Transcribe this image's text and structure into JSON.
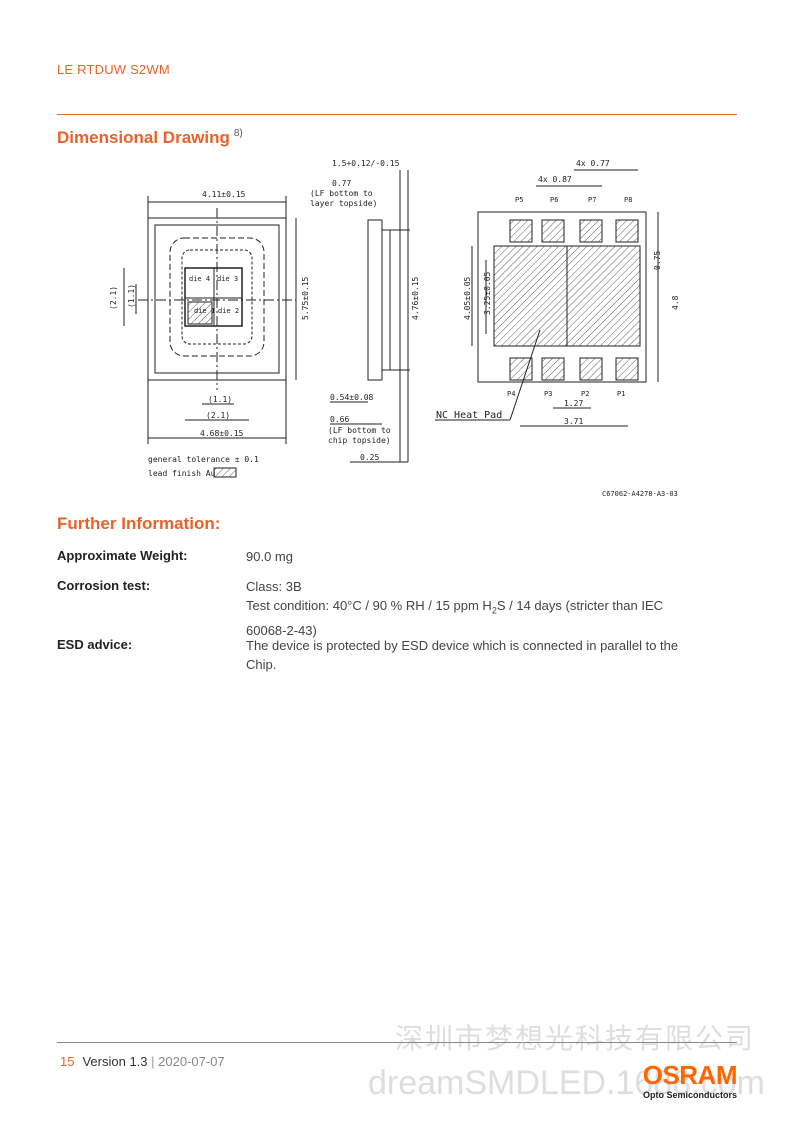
{
  "header": {
    "title": "LE RTDUW S2WM"
  },
  "dimensional_drawing": {
    "heading": "Dimensional Drawing",
    "footnote": "8)",
    "labels": {
      "top_width": "4.11±0.15",
      "side_top": "1.5+0.12/-0.15",
      "lf_077": "0.77",
      "lf_bottom_layer_1": "(LF bottom to",
      "lf_bottom_layer_2": "layer topside)",
      "dim_21_left": "(2.1)",
      "dim_11_left": "(1.1)",
      "dim_575": "5.75±0.15",
      "dim_476": "4.76±0.15",
      "dim_054": "0.54±0.08",
      "dim_066": "0.66",
      "lf_chip_1": "(LF bottom to",
      "lf_chip_2": "chip topside)",
      "dim_025": "0.25",
      "dim_11_bottom": "(1.1)",
      "dim_21_bottom": "(2.1)",
      "dim_468": "4.68±0.15",
      "die4": "die 4",
      "die3": "die 3",
      "die1": "die 1",
      "die2": "die 2",
      "tolerance": "general tolerance ± 0.1",
      "lead_finish": "lead finish Au",
      "dim_4x077": "4x 0.77",
      "dim_4x087": "4x 0.87",
      "p5": "P5",
      "p6": "P6",
      "p7": "P7",
      "p8": "P8",
      "p4": "P4",
      "p3": "P3",
      "p2": "P2",
      "p1": "P1",
      "dim_075": "0.75",
      "dim_48": "4.8",
      "dim_405": "4.05±0.05",
      "dim_325": "3.25±0.05",
      "dim_127": "1.27",
      "dim_371": "3.71",
      "nc_heat_pad": "NC Heat Pad",
      "drawing_code": "C67062-A4278-A3-03"
    }
  },
  "further_information": {
    "heading": "Further Information:",
    "rows": [
      {
        "label": "Approximate Weight:",
        "value": "90.0 mg"
      },
      {
        "label": "Corrosion test:",
        "value_line1": "Class: 3B",
        "value_line2_pre": "Test condition: 40°C / 90 % RH / 15 ppm H",
        "value_sub": "2",
        "value_line2_post": "S / 14 days (stricter than IEC",
        "value_line3": "60068-2-43)"
      },
      {
        "label": "ESD advice:",
        "value_line1": "The device is protected by ESD device which is connected in parallel to the",
        "value_line2": "Chip."
      }
    ]
  },
  "footer": {
    "page": "15",
    "version": "Version 1.3",
    "separator": "|",
    "date": "2020-07-07",
    "watermark_cn": "深圳市梦想光科技有限公司",
    "watermark_url": "dreamSMDLED.1688.com",
    "logo_brand": "OSRAM",
    "logo_tag": "Opto Semiconductors"
  },
  "colors": {
    "accent": "#e8622a",
    "logo": "#ff6600"
  }
}
